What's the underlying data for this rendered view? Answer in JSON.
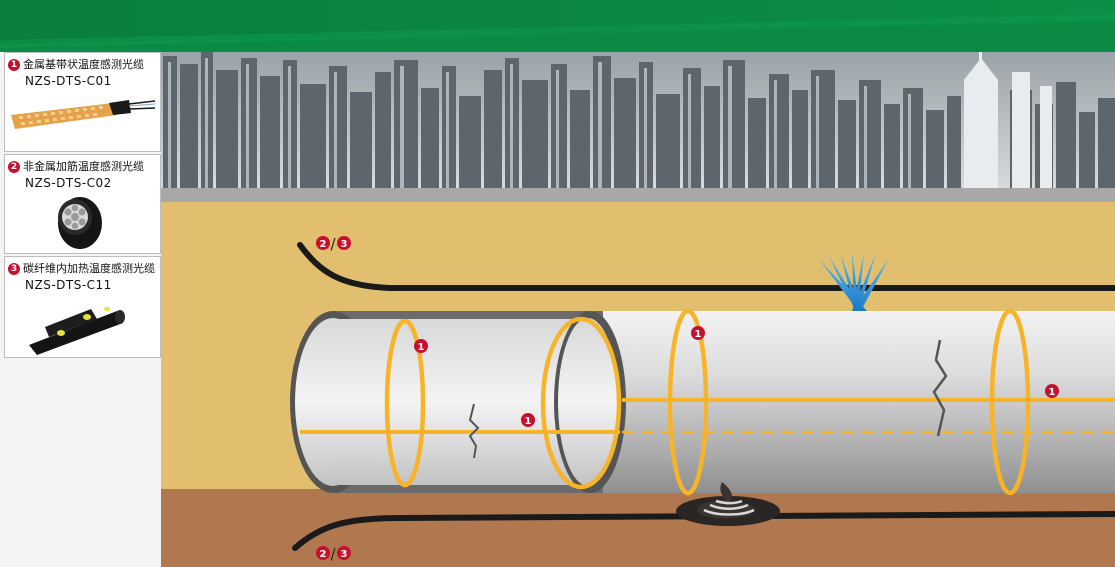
{
  "legend": [
    {
      "num": "1",
      "name": "金属基带状温度感测光缆",
      "code": "NZS-DTS-C01"
    },
    {
      "num": "2",
      "name": "非金属加筋温度感测光缆",
      "code": "NZS-DTS-C02"
    },
    {
      "num": "3",
      "name": "碳纤维内加热温度感测光缆",
      "code": "NZS-DTS-C11"
    }
  ],
  "markers": {
    "cable_upper": {
      "a": "2",
      "sep": "/",
      "b": "3"
    },
    "cable_lower": {
      "a": "2",
      "sep": "/",
      "b": "3"
    },
    "ring_markers": [
      "1",
      "1",
      "1",
      "1"
    ]
  },
  "colors": {
    "banner_green": "#0a8a45",
    "soil": "#e2bf6e",
    "ground": "#b17850",
    "fiber": "#f7b428",
    "marker_red": "#c8102e",
    "leak_blue": "#1e8fd8"
  }
}
